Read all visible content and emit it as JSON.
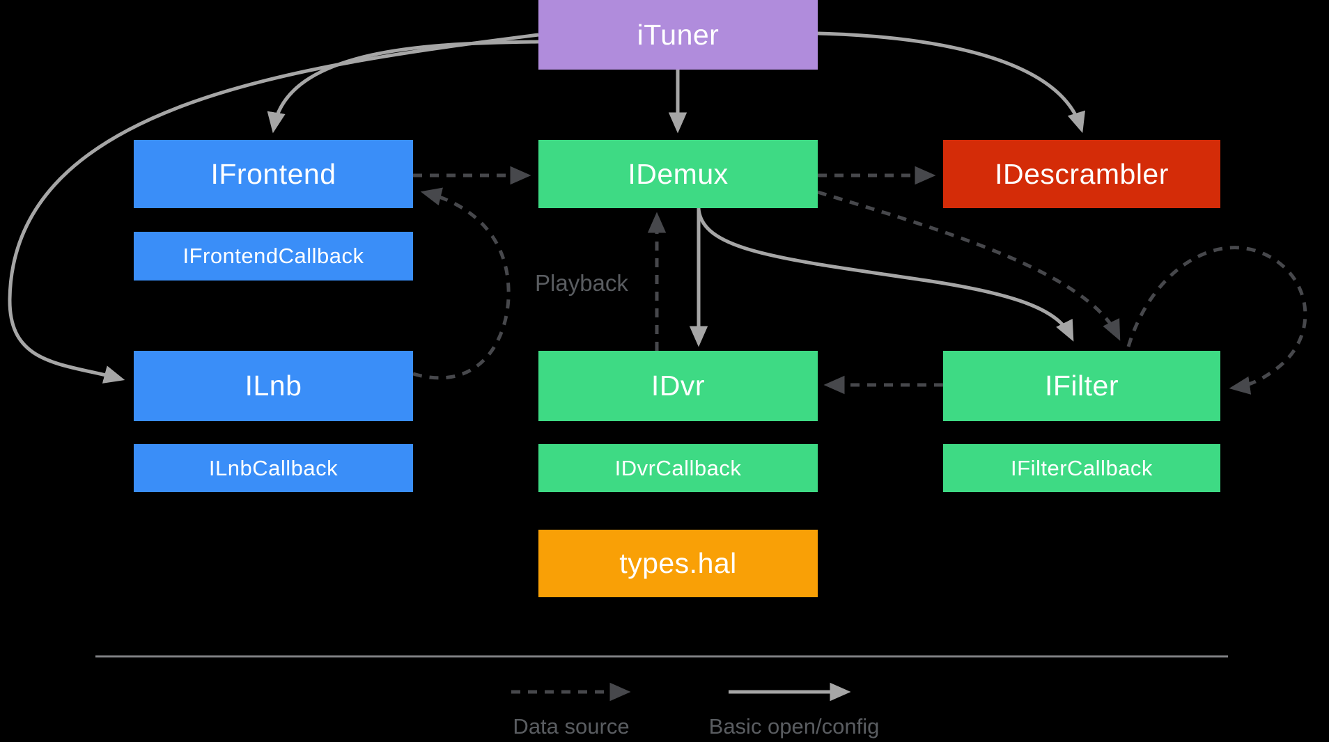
{
  "nodes": {
    "ituner": {
      "label": "iTuner"
    },
    "ifrontend": {
      "label": "IFrontend"
    },
    "ifrontend_callback": {
      "label": "IFrontendCallback"
    },
    "ilnb": {
      "label": "ILnb"
    },
    "ilnb_callback": {
      "label": "ILnbCallback"
    },
    "idemux": {
      "label": "IDemux"
    },
    "idvr": {
      "label": "IDvr"
    },
    "idvr_callback": {
      "label": "IDvrCallback"
    },
    "types_hal": {
      "label": "types.hal"
    },
    "idescrambler": {
      "label": "IDescrambler"
    },
    "ifilter": {
      "label": "IFilter"
    },
    "ifilter_callback": {
      "label": "IFilterCallback"
    }
  },
  "annotations": {
    "playback": "Playback"
  },
  "legend": {
    "data_source": "Data source",
    "basic_open_config": "Basic open/config"
  },
  "colors": {
    "purple": "#B08CDC",
    "blue": "#3A8EF8",
    "green": "#3EDA84",
    "red": "#D42C08",
    "orange": "#F9A006",
    "solid_arrow": "#A6A6A6",
    "dashed_arrow": "#47484C",
    "label_text": "#5A5D61",
    "divider": "#7F8184",
    "background": "#000000",
    "node_text": "#FFFFFF"
  }
}
